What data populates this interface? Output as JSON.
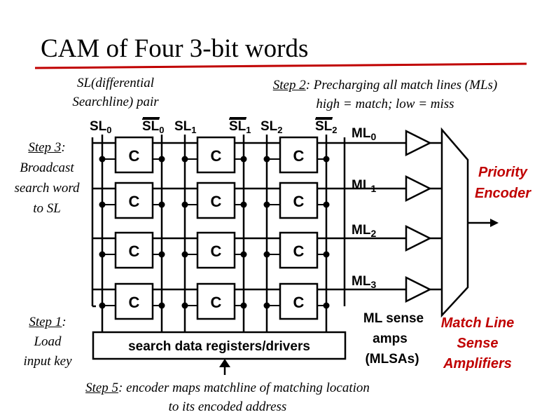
{
  "title": "CAM of Four 3-bit words",
  "annotations": {
    "sl_note": {
      "line1": "SL(differential",
      "line2": "Searchline) pair"
    },
    "step2": {
      "step": "Step 2",
      "line1": ": Precharging all match lines (MLs)",
      "line2": "high = match; low = miss"
    },
    "step3": {
      "step": "Step 3",
      "line1": ":",
      "line2": "Broadcast",
      "line3": "search word",
      "line4": "to SL"
    },
    "step1": {
      "step": "Step 1",
      "line1": ":",
      "line2": "Load",
      "line3": "input key"
    },
    "step5": {
      "step": "Step 5",
      "line1": ": encoder maps matchline of matching location",
      "line2": "to its encoded address"
    }
  },
  "diagram": {
    "cell_label": "C",
    "rows": 4,
    "cols": 3,
    "searchlines": [
      {
        "base": "SL",
        "sub": "0"
      },
      {
        "base": "SL",
        "sub": "0",
        "bar": true
      },
      {
        "base": "SL",
        "sub": "1"
      },
      {
        "base": "SL",
        "sub": "1",
        "bar": true
      },
      {
        "base": "SL",
        "sub": "2"
      },
      {
        "base": "SL",
        "sub": "2",
        "bar": true
      }
    ],
    "matchlines": [
      {
        "base": "ML",
        "sub": "0"
      },
      {
        "base": "ML",
        "sub": "1"
      },
      {
        "base": "ML",
        "sub": "2"
      },
      {
        "base": "ML",
        "sub": "3"
      }
    ],
    "register_label": "search data registers/drivers",
    "mlsa_label": {
      "line1": "ML sense",
      "line2": "amps",
      "line3": "(MLSAs)"
    },
    "priority_encoder_label": {
      "line1": "Priority",
      "line2": "Encoder"
    },
    "mlsa_red_label": {
      "line1": "Match Line",
      "line2": "Sense",
      "line3": "Amplifiers"
    }
  },
  "colors": {
    "accent_red": "#c00000",
    "line": "#000000"
  }
}
